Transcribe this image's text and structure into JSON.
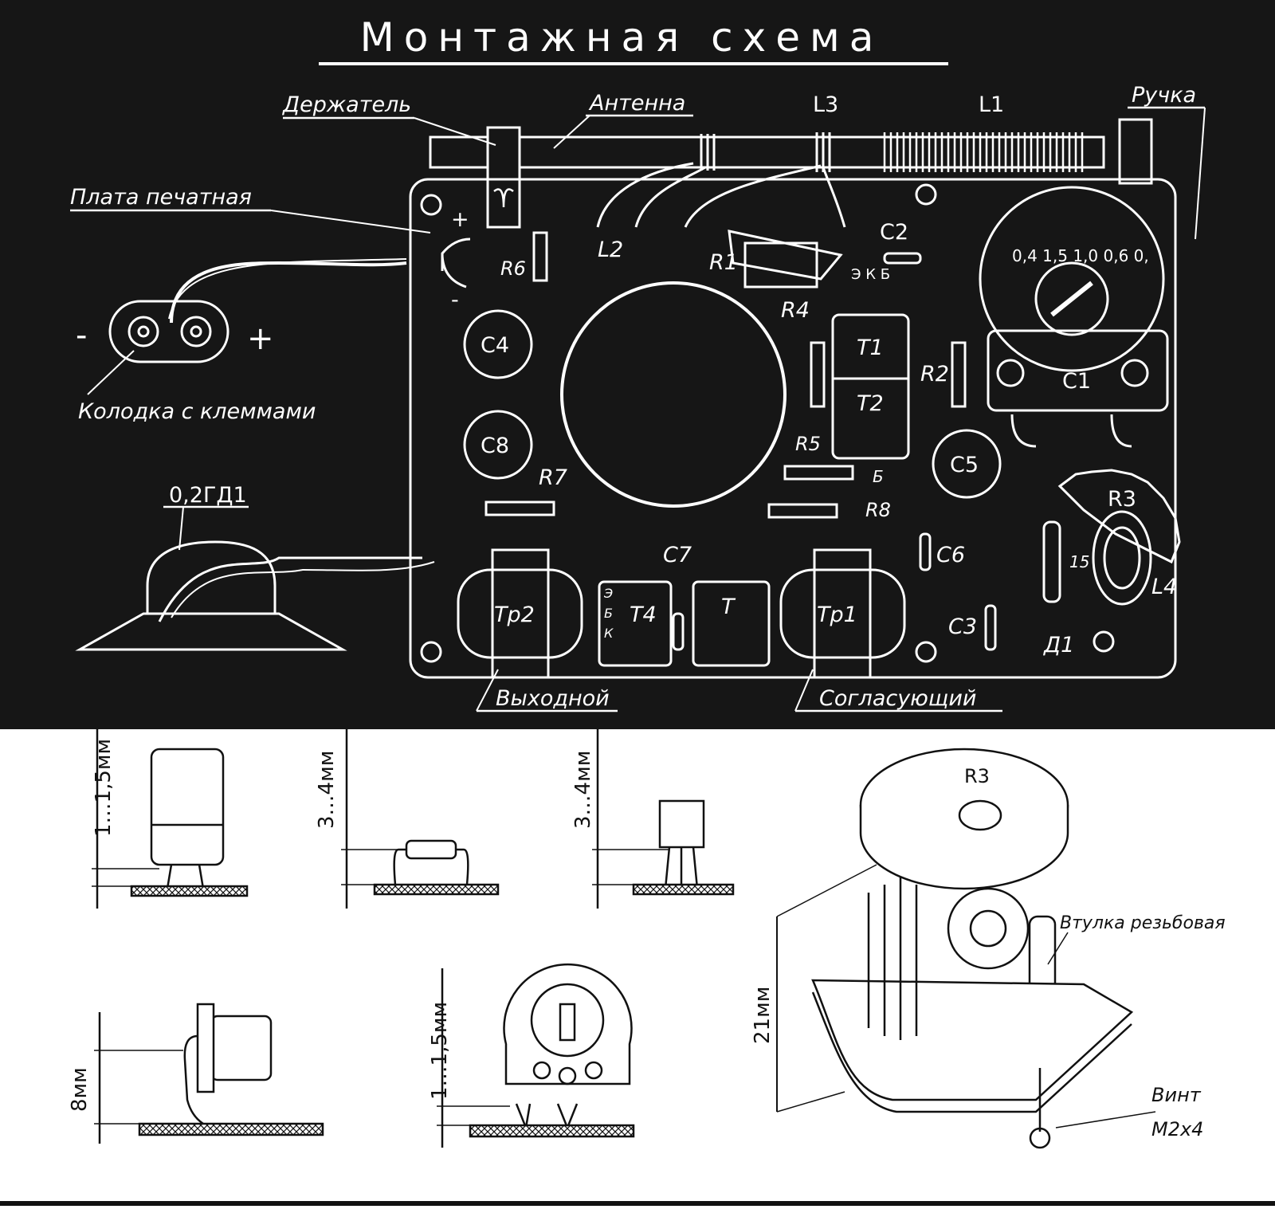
{
  "colors": {
    "board_bg": "#161616",
    "ink": "#ffffff",
    "paper": "#ffffff",
    "line": "#111111"
  },
  "title": "Монтажная схема",
  "top_labels": {
    "holder": "Держатель",
    "antenna": "Антенна",
    "l3": "L3",
    "l1": "L1",
    "knob": "Ручка",
    "pcb": "Плата печатная",
    "terminal_block": "Колодка с клеммами",
    "speaker": "0,2ГД1",
    "output": "Выходной",
    "matching": "Согласующий",
    "minus": "-",
    "plus": "+"
  },
  "board": {
    "pad_plus": "+",
    "pad_minus": "-",
    "l2": "L2",
    "r1": "R1",
    "r6": "R6",
    "c2": "C2",
    "r4": "R4",
    "pins_t1": "Э К Б",
    "t1": "T1",
    "t2": "T2",
    "r2": "R2",
    "c1": "C1",
    "dial": "0,4 1,5 1,0 0,6 0,",
    "c4": "C4",
    "c8": "C8",
    "r7": "R7",
    "r5": "R5",
    "pin_b": "Б",
    "c5": "C5",
    "r8": "R8",
    "r3": "R3",
    "c7": "C7",
    "c6": "C6",
    "d_val": "15",
    "l4": "L4",
    "tr2": "Тр2",
    "t4": "T4",
    "t3": "T",
    "pins_t4": [
      "Э",
      "Б",
      "К"
    ],
    "tr1": "Тр1",
    "c3": "C3",
    "d1": "Д1"
  },
  "details": {
    "dim1": "1…1,5мм",
    "dim2": "3…4мм",
    "dim3": "3…4мм",
    "dim4": "8мм",
    "dim5": "1…1,5мм",
    "dim6": "21мм",
    "r3_label": "R3",
    "sleeve": "Втулка резьбовая",
    "screw": "Винт",
    "screw_size": "М2х4"
  }
}
